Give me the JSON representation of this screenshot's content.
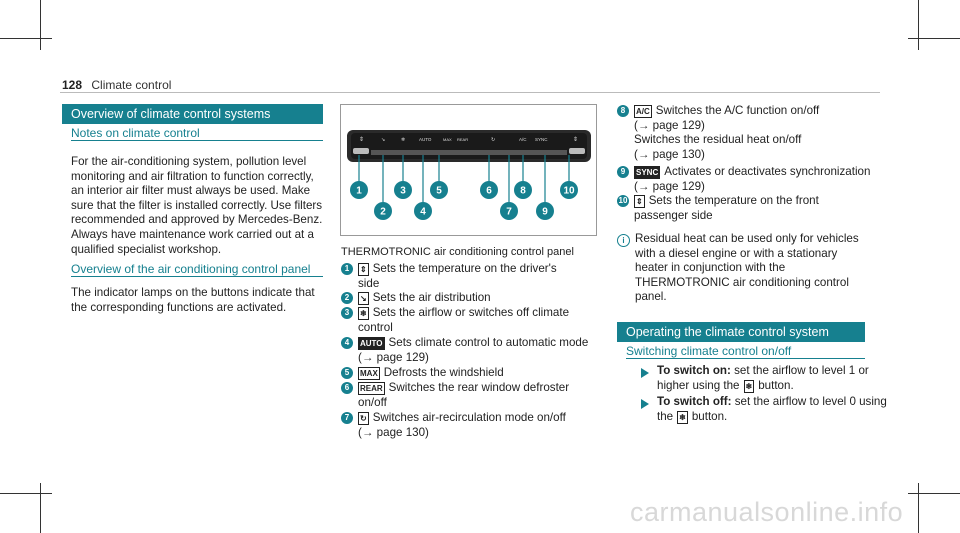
{
  "header": {
    "page_number": "128",
    "section": "Climate control"
  },
  "overview_bar": "Overview of climate control systems",
  "notes": {
    "title": "Notes on climate control",
    "lines": [
      "For the air-conditioning system, pollution level",
      "monitoring and air filtration to function correctly,",
      "an interior air filter must always be used. Make",
      "sure that the filter is installed correctly. Use filters",
      "recommended and approved by Mercedes-Benz.",
      "Always have maintenance work carried out at a",
      "qualified specialist workshop."
    ]
  },
  "panel_overview": {
    "title": "Overview of the air conditioning control panel",
    "lines": [
      "The indicator lamps on the buttons indicate that",
      "the corresponding functions are activated."
    ]
  },
  "figure": {
    "panel_labels": [
      "AUTO",
      "SYNC"
    ],
    "callouts": [
      "1",
      "2",
      "3",
      "4",
      "5",
      "6",
      "7",
      "8",
      "9",
      "10"
    ]
  },
  "caption": "THERMOTRONIC air conditioning control panel",
  "items": [
    {
      "num": "1",
      "icon": "temp-adjust-icon",
      "glyph": "⇕",
      "lines": [
        "Sets the temperature on the driver's",
        "side"
      ]
    },
    {
      "num": "2",
      "icon": "air-distribution-icon",
      "glyph": "↘",
      "lines": [
        "Sets the air distribution"
      ]
    },
    {
      "num": "3",
      "icon": "airflow-icon",
      "glyph": "❄",
      "lines": [
        "Sets the airflow or switches off climate",
        "control"
      ]
    },
    {
      "num": "4",
      "icon": "auto-icon",
      "glyph": "AUTO",
      "lines": [
        "Sets climate control to automatic mode",
        "(→ page 129)"
      ]
    },
    {
      "num": "5",
      "icon": "defrost-windshield-icon",
      "glyph": "MAX",
      "lines": [
        "Defrosts the windshield"
      ]
    },
    {
      "num": "6",
      "icon": "rear-defrost-icon",
      "glyph": "REAR",
      "lines": [
        "Switches the rear window defroster",
        "on/off"
      ]
    },
    {
      "num": "7",
      "icon": "recirculation-icon",
      "glyph": "↻",
      "lines": [
        "Switches air-recirculation mode on/off",
        "(→ page 130)"
      ]
    },
    {
      "num": "8",
      "icon": "ac-icon",
      "glyph": "A/C",
      "lines": [
        "Switches the A/C function on/off",
        "(→ page 129)",
        "Switches the residual heat on/off",
        "(→ page 130)"
      ]
    },
    {
      "num": "9",
      "icon": "sync-icon",
      "glyph": "SYNC",
      "lines": [
        "Activates or deactivates synchronization",
        "(→ page 129)"
      ]
    },
    {
      "num": "10",
      "icon": "temp-adjust-icon",
      "glyph": "⇕",
      "lines": [
        "Sets the temperature on the front",
        "passenger side"
      ]
    }
  ],
  "note": {
    "icon": "info-icon",
    "lines": [
      "Residual heat can be used only for vehicles",
      "with a diesel engine or with a stationary",
      "heater in conjunction with the",
      "THERMOTRONIC air conditioning control",
      "panel."
    ]
  },
  "operating_bar": "Operating the climate control system",
  "switching": {
    "title": "Switching climate control on/off",
    "on_label": "To switch on:",
    "on_text_a": "set the airflow to level 1 or",
    "on_text_b": "higher using the",
    "on_text_c": "button.",
    "off_label": "To switch off:",
    "off_text_a": "set the airflow to level 0 using",
    "off_text_b": "the",
    "off_text_c": "button."
  },
  "watermark": "carmanualsonline.info"
}
